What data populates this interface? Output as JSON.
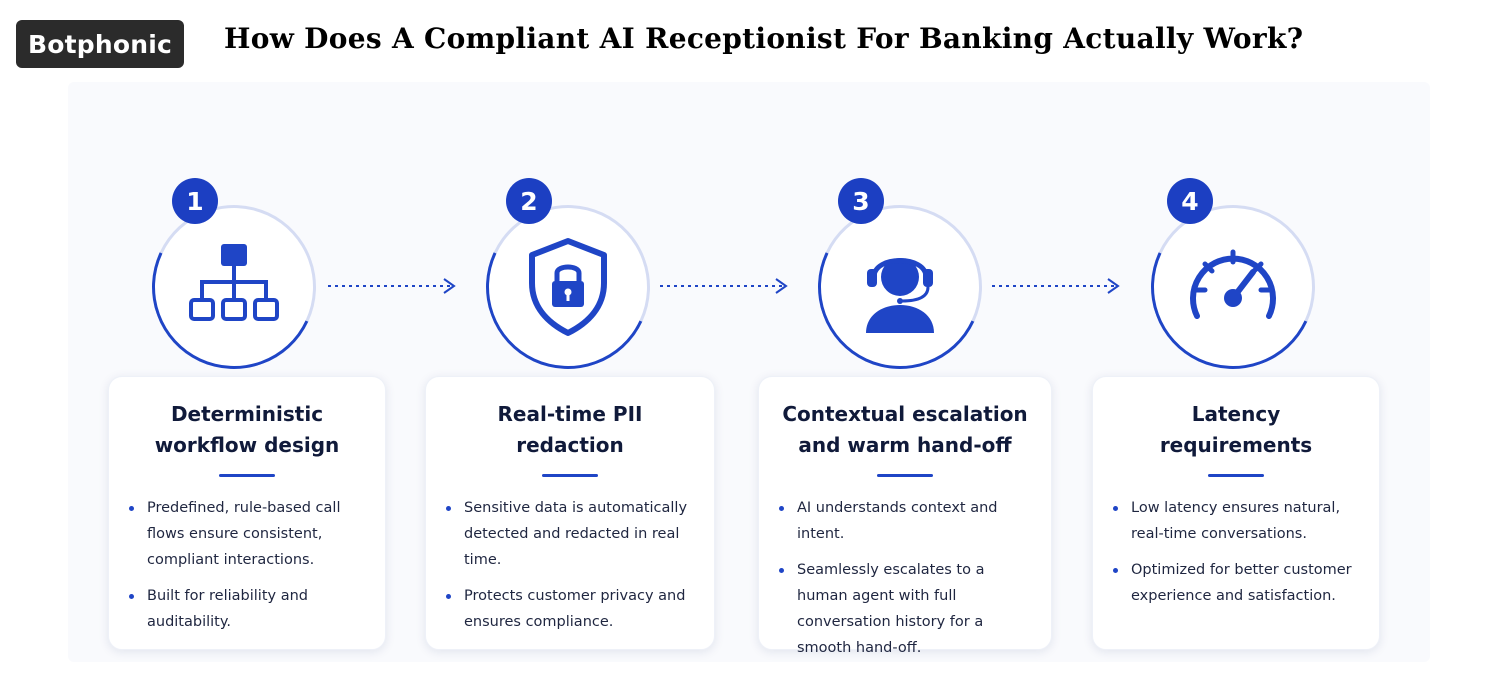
{
  "brand": {
    "name": "Botphonic"
  },
  "header": {
    "title": "How Does A Compliant AI Receptionist For Banking Actually Work?"
  },
  "steps": [
    {
      "number": "1",
      "icon": "workflow-hierarchy-icon",
      "title_line1": "Deterministic",
      "title_line2": "workflow design",
      "bullets": [
        "Predefined, rule-based call flows ensure consistent, compliant interactions.",
        "Built for reliability and auditability."
      ]
    },
    {
      "number": "2",
      "icon": "shield-lock-icon",
      "title_line1": "Real-time PII",
      "title_line2": "redaction",
      "bullets": [
        "Sensitive data is automatically detected and redacted in real time.",
        "Protects customer privacy and ensures compliance."
      ]
    },
    {
      "number": "3",
      "icon": "headset-agent-icon",
      "title_line1": "Contextual escalation",
      "title_line2": "and warm hand-off",
      "bullets": [
        "AI understands context and intent.",
        "Seamlessly escalates to a human agent with full conversation history for a smooth hand-off."
      ]
    },
    {
      "number": "4",
      "icon": "speedometer-icon",
      "title_line1": "Latency",
      "title_line2": "requirements",
      "bullets": [
        "Low latency ensures natural, real-time conversations.",
        "Optimized for better customer experience and satisfaction."
      ]
    }
  ],
  "colors": {
    "accent": "#1f45c6",
    "badge": "#1c3fc2",
    "ring_light": "#d5dcf3"
  }
}
